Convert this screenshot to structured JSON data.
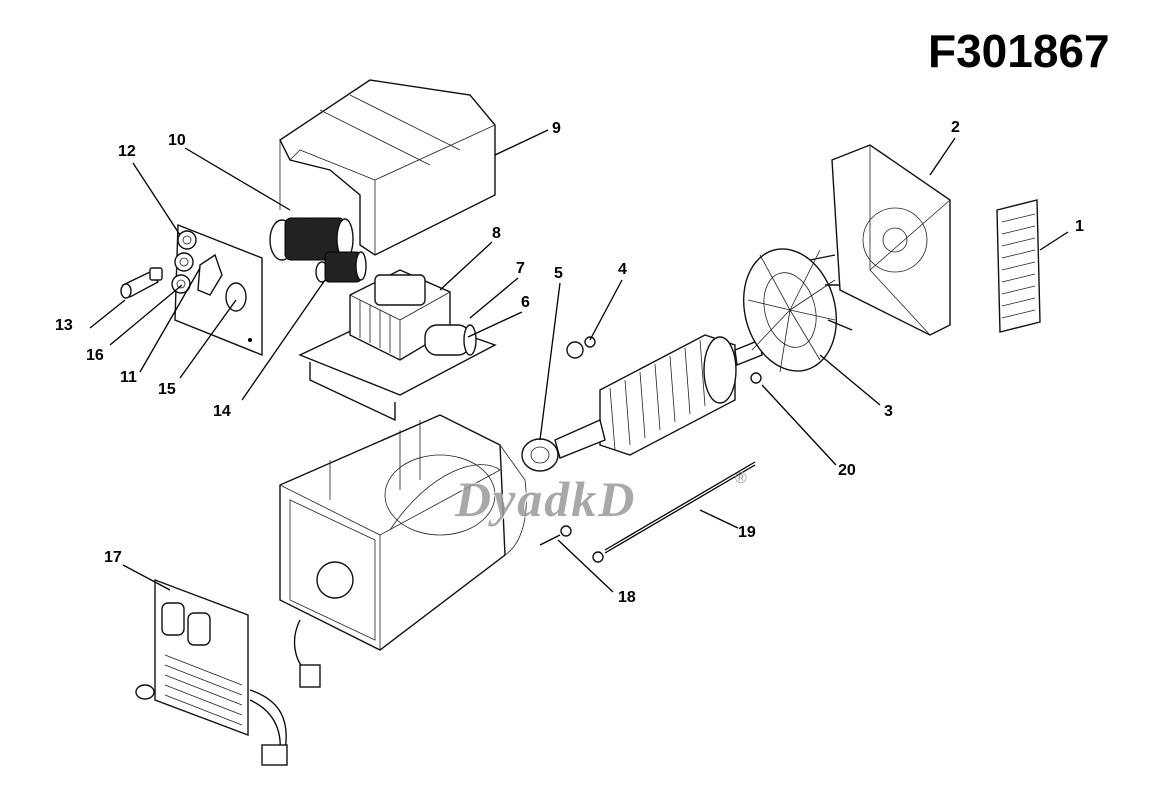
{
  "diagram": {
    "code": "F301867",
    "watermark": "DyadkD",
    "watermark_mark": "®",
    "callouts": [
      "1",
      "2",
      "3",
      "4",
      "5",
      "6",
      "7",
      "8",
      "9",
      "10",
      "11",
      "12",
      "13",
      "14",
      "15",
      "16",
      "17",
      "18",
      "19",
      "20"
    ]
  }
}
